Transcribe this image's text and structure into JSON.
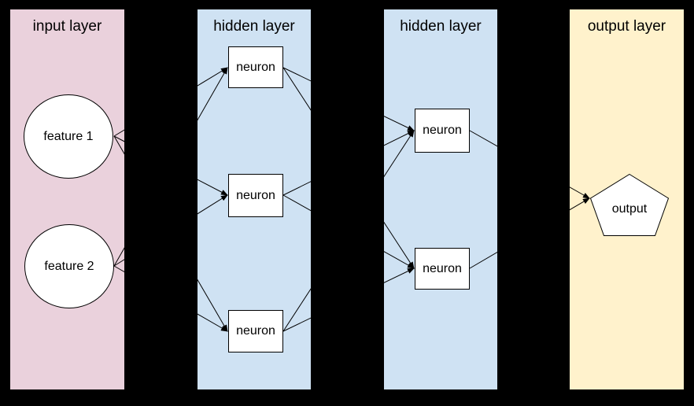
{
  "panels": {
    "input": {
      "label": "input layer",
      "bg": "#ead1dc"
    },
    "hidden1": {
      "label": "hidden layer",
      "bg": "#cfe2f3"
    },
    "hidden2": {
      "label": "hidden layer",
      "bg": "#cfe2f3"
    },
    "output": {
      "label": "output layer",
      "bg": "#fff2cc"
    }
  },
  "nodes": {
    "feature1": {
      "label": "feature 1",
      "shape": "circle",
      "layer": "input"
    },
    "feature2": {
      "label": "feature 2",
      "shape": "circle",
      "layer": "input"
    },
    "h1_neuron1": {
      "label": "neuron",
      "shape": "rect",
      "layer": "hidden1"
    },
    "h1_neuron2": {
      "label": "neuron",
      "shape": "rect",
      "layer": "hidden1"
    },
    "h1_neuron3": {
      "label": "neuron",
      "shape": "rect",
      "layer": "hidden1"
    },
    "h2_neuron1": {
      "label": "neuron",
      "shape": "rect",
      "layer": "hidden2"
    },
    "h2_neuron2": {
      "label": "neuron",
      "shape": "rect",
      "layer": "hidden2"
    },
    "output": {
      "label": "output",
      "shape": "pentagon",
      "layer": "output"
    }
  },
  "edges": [
    {
      "from": "feature1",
      "to": "h1_neuron1"
    },
    {
      "from": "feature1",
      "to": "h1_neuron2"
    },
    {
      "from": "feature1",
      "to": "h1_neuron3"
    },
    {
      "from": "feature2",
      "to": "h1_neuron1"
    },
    {
      "from": "feature2",
      "to": "h1_neuron2"
    },
    {
      "from": "feature2",
      "to": "h1_neuron3"
    },
    {
      "from": "h1_neuron1",
      "to": "h2_neuron1"
    },
    {
      "from": "h1_neuron1",
      "to": "h2_neuron2"
    },
    {
      "from": "h1_neuron2",
      "to": "h2_neuron1"
    },
    {
      "from": "h1_neuron2",
      "to": "h2_neuron2"
    },
    {
      "from": "h1_neuron3",
      "to": "h2_neuron1"
    },
    {
      "from": "h1_neuron3",
      "to": "h2_neuron2"
    },
    {
      "from": "h2_neuron1",
      "to": "output"
    },
    {
      "from": "h2_neuron2",
      "to": "output"
    }
  ],
  "colors": {
    "background": "#000000",
    "node_fill": "#ffffff",
    "node_stroke": "#000000",
    "edge": "#000000",
    "text": "#000000"
  }
}
